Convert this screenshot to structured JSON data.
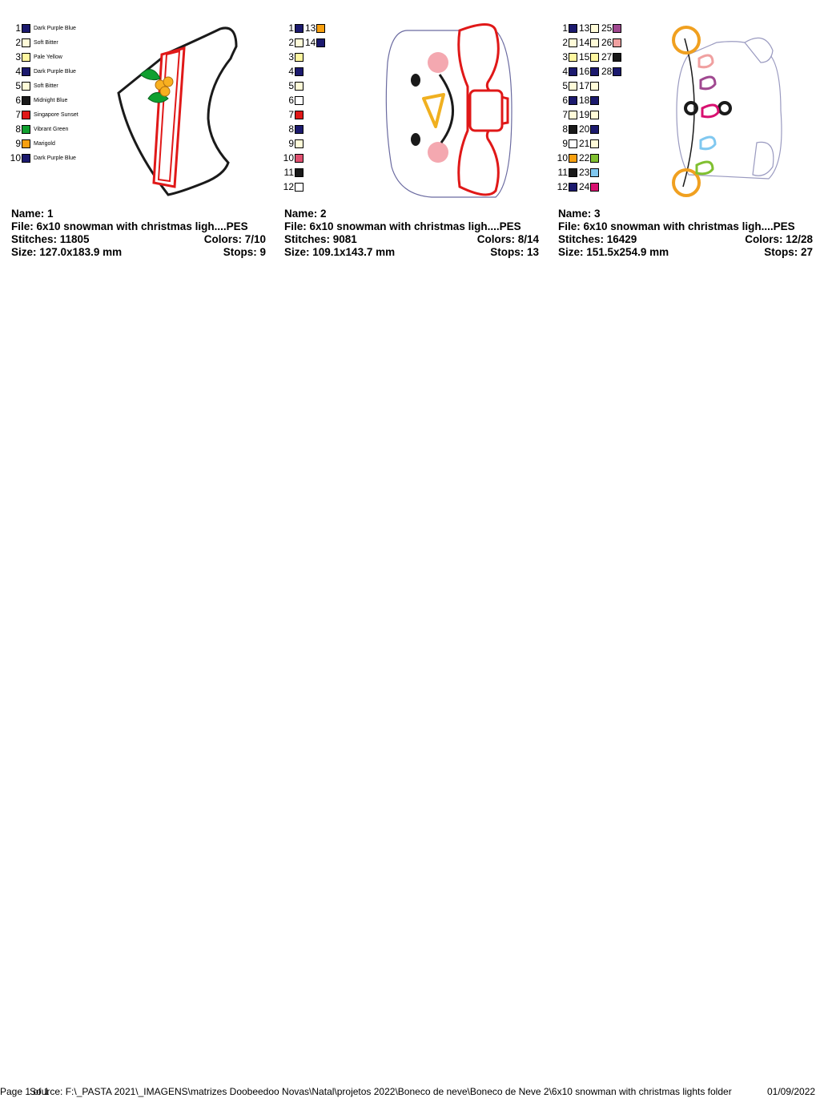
{
  "designs": [
    {
      "name_label": "Name: 1",
      "file_label": "File: 6x10 snowman with christmas ligh....PES",
      "stitches_label": "Stitches: 11805",
      "colors_label": "Colors: 7/10",
      "size_label": "Size: 127.0x183.9 mm",
      "stops_label": "Stops: 9",
      "colors": [
        {
          "n": "1",
          "hex": "#1c1a6e",
          "name": "Dark Purple Blue"
        },
        {
          "n": "2",
          "hex": "#fffbd8",
          "name": "Soft Bitter"
        },
        {
          "n": "3",
          "hex": "#fff7a0",
          "name": "Pale Yellow"
        },
        {
          "n": "4",
          "hex": "#1c1a6e",
          "name": "Dark Purple Blue"
        },
        {
          "n": "5",
          "hex": "#fffbd8",
          "name": "Soft Bitter"
        },
        {
          "n": "6",
          "hex": "#1a1a1a",
          "name": "Midnight Blue"
        },
        {
          "n": "7",
          "hex": "#e01818",
          "name": "Singapore Sunset"
        },
        {
          "n": "8",
          "hex": "#10a030",
          "name": "Vibrant Green"
        },
        {
          "n": "9",
          "hex": "#f8a010",
          "name": "Marigold"
        },
        {
          "n": "10",
          "hex": "#1c1a6e",
          "name": "Dark Purple Blue"
        }
      ]
    },
    {
      "name_label": "Name: 2",
      "file_label": "File: 6x10 snowman with christmas ligh....PES",
      "stitches_label": "Stitches: 9081",
      "colors_label": "Colors: 8/14",
      "size_label": "Size: 109.1x143.7 mm",
      "stops_label": "Stops: 13",
      "colors": [
        {
          "n": "1",
          "hex": "#1c1a6e"
        },
        {
          "n": "2",
          "hex": "#fffbd8"
        },
        {
          "n": "3",
          "hex": "#fff7a0"
        },
        {
          "n": "4",
          "hex": "#1c1a6e"
        },
        {
          "n": "5",
          "hex": "#fffbd8"
        },
        {
          "n": "6",
          "hex": "#ffffff"
        },
        {
          "n": "7",
          "hex": "#e01818"
        },
        {
          "n": "8",
          "hex": "#1c1a6e"
        },
        {
          "n": "9",
          "hex": "#fffbd8"
        },
        {
          "n": "10",
          "hex": "#e05070"
        },
        {
          "n": "11",
          "hex": "#1a1a1a"
        },
        {
          "n": "12",
          "hex": "#ffffff"
        },
        {
          "n": "13",
          "hex": "#f8a010"
        },
        {
          "n": "14",
          "hex": "#1c1a6e"
        }
      ]
    },
    {
      "name_label": "Name: 3",
      "file_label": "File: 6x10 snowman with christmas ligh....PES",
      "stitches_label": "Stitches: 16429",
      "colors_label": "Colors: 12/28",
      "size_label": "Size: 151.5x254.9 mm",
      "stops_label": "Stops: 27",
      "colors": [
        {
          "n": "1",
          "hex": "#1c1a6e"
        },
        {
          "n": "2",
          "hex": "#fffbd8"
        },
        {
          "n": "3",
          "hex": "#fff7a0"
        },
        {
          "n": "4",
          "hex": "#1c1a6e"
        },
        {
          "n": "5",
          "hex": "#fffbd8"
        },
        {
          "n": "6",
          "hex": "#1c1a6e"
        },
        {
          "n": "7",
          "hex": "#fffbd8"
        },
        {
          "n": "8",
          "hex": "#1a1a1a"
        },
        {
          "n": "9",
          "hex": "#ffffff"
        },
        {
          "n": "10",
          "hex": "#f8a010"
        },
        {
          "n": "11",
          "hex": "#1a1a1a"
        },
        {
          "n": "12",
          "hex": "#1c1a6e"
        },
        {
          "n": "13",
          "hex": "#fffbd8"
        },
        {
          "n": "14",
          "hex": "#fffbd8"
        },
        {
          "n": "15",
          "hex": "#fff7a0"
        },
        {
          "n": "16",
          "hex": "#1c1a6e"
        },
        {
          "n": "17",
          "hex": "#fffbd8"
        },
        {
          "n": "18",
          "hex": "#1c1a6e"
        },
        {
          "n": "19",
          "hex": "#fffbd8"
        },
        {
          "n": "20",
          "hex": "#1c1a6e"
        },
        {
          "n": "21",
          "hex": "#fffbd8"
        },
        {
          "n": "22",
          "hex": "#80c030"
        },
        {
          "n": "23",
          "hex": "#80c8f0"
        },
        {
          "n": "24",
          "hex": "#d81070"
        },
        {
          "n": "25",
          "hex": "#a04890"
        },
        {
          "n": "26",
          "hex": "#f0a0a0"
        },
        {
          "n": "27",
          "hex": "#1a1a1a"
        },
        {
          "n": "28",
          "hex": "#1c1a6e"
        }
      ]
    }
  ],
  "footer": {
    "page": "Page 1 of 1",
    "source": "Source: F:\\_PASTA 2021\\_IMAGENS\\matrizes Doobeedoo Novas\\Natal\\projetos 2022\\Boneco de neve\\Boneco de Neve 2\\6x10 snowman with christmas lights folder",
    "date": "01/09/2022"
  }
}
